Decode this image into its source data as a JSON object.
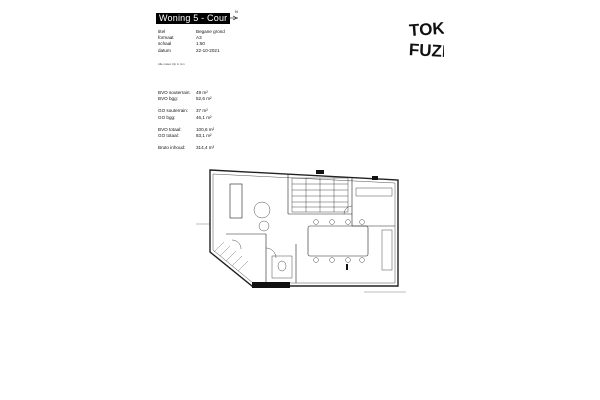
{
  "header": {
    "title": "Woning 5 - Cour",
    "north_letter": "N"
  },
  "meta": [
    {
      "label": "titel",
      "value": "Begane grond"
    },
    {
      "label": "formaat",
      "value": "A3"
    },
    {
      "label": "schaal",
      "value": "1:50"
    },
    {
      "label": "datum",
      "value": "22-10-2021"
    }
  ],
  "note": "Alle maten zijn in mm",
  "stats": {
    "groups": [
      [
        {
          "label": "BVO souterrain:",
          "value": "49 m²"
        },
        {
          "label": "BVO bgg:",
          "value": "52,6 m²"
        }
      ],
      [
        {
          "label": "GO souterrain:",
          "value": "37 m²"
        },
        {
          "label": "GO bgg:",
          "value": "46,1 m²"
        }
      ],
      [
        {
          "label": "BVO totaal:",
          "value": "100,6 m²"
        },
        {
          "label": "GO totaal:",
          "value": "83,1 m²"
        }
      ],
      [
        {
          "label": "Bruto inhoud:",
          "value": "314,4 m³"
        }
      ]
    ]
  },
  "logo": {
    "line1": "TOKO",
    "line2": "FUZE"
  },
  "colors": {
    "title_bg": "#000000",
    "ink": "#111111"
  }
}
